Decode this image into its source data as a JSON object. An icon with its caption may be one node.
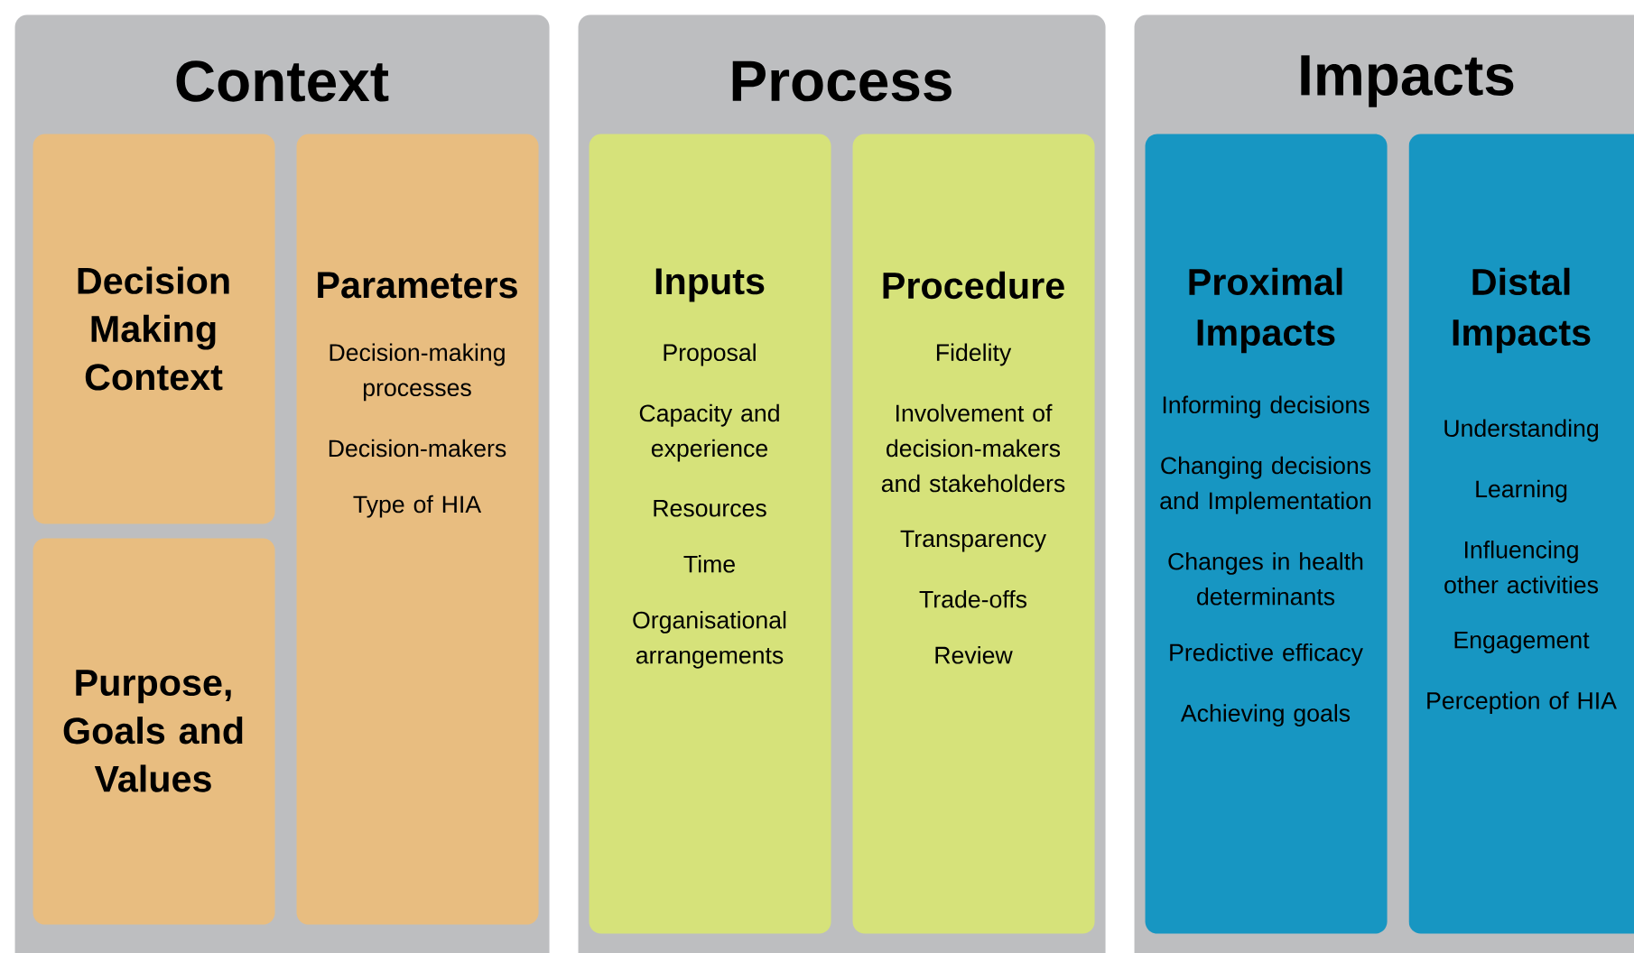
{
  "diagram": {
    "nodes": [
      {
        "text": [
          "Context"
        ]
      },
      {
        "text": [
          "Decision Making Context"
        ],
        "in": 0
      },
      {
        "text": [
          "Purpose, Goals and Values"
        ],
        "in": 0
      },
      {
        "text": [
          "Parameters",
          "Decision-making processes",
          "Decision-makers",
          "Type of HIA"
        ],
        "in": 0
      },
      {
        "text": [
          "Process"
        ]
      },
      {
        "text": [
          "Inputs",
          "Proposal",
          "Capacity and experience",
          "Resources",
          "Time",
          "Organisational arrangements"
        ],
        "in": 4
      },
      {
        "text": [
          "Procedure",
          "Fidelity",
          "Involvement of decision-makers and stakeholders",
          "Transparency",
          "Trade-offs",
          "Review"
        ],
        "in": 4
      },
      {
        "text": [
          "Impacts"
        ]
      },
      {
        "text": [
          "Proximal Impacts",
          "Informing decisions",
          "Changing decisions and Implementation",
          "Changes in health determinants",
          "Predictive efficacy",
          "Achieving goals"
        ],
        "in": 7
      },
      {
        "text": [
          "Distal Impacts",
          "Understanding",
          "Learning",
          "Influencing other activities",
          "Engagement",
          "Perception of HIA"
        ],
        "in": 7
      }
    ]
  }
}
